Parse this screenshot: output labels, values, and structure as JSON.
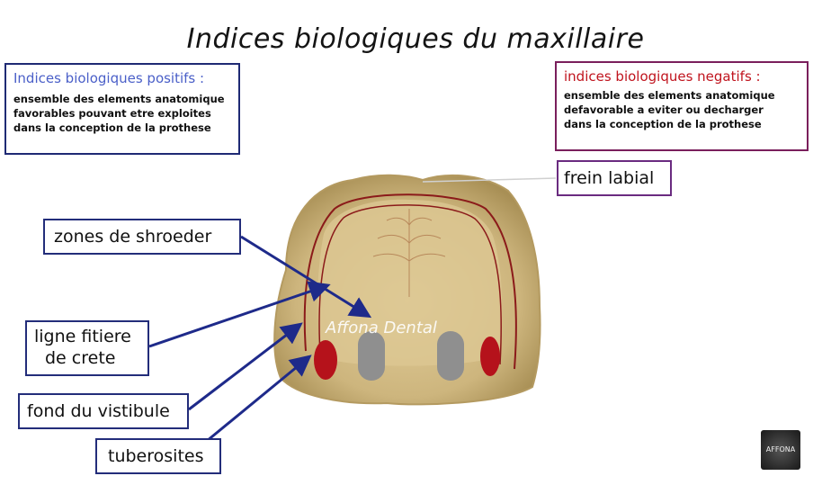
{
  "title": "Indices biologiques du maxillaire",
  "positive": {
    "heading": "Indices biologiques positifs :",
    "line1": "ensemble des elements anatomique",
    "line2": "favorables pouvant etre exploites",
    "line3": "dans la conception de la prothese"
  },
  "negative": {
    "heading": "indices biologiques negatifs :",
    "line1": "ensemble des elements anatomique",
    "line2": "defavorable a eviter ou decharger",
    "line3": "dans la conception de la prothese"
  },
  "labels": {
    "frein": "frein labial",
    "shroeder": "zones de shroeder",
    "ligne_1": "ligne fitiere",
    "ligne_2": "de crete",
    "fond": "fond du vistibule",
    "tuberosites": "tuberosites"
  },
  "watermark": "Affona Dental",
  "logo_text": "AFFONA",
  "colors": {
    "positive_border": "#1f2a74",
    "negative_border": "#7a1f5c",
    "arrow": "#1e2a8a",
    "tuberosity_red": "#b5121b",
    "schroeder_grey": "#8f8f8f",
    "model_base": "#cdb57d"
  }
}
